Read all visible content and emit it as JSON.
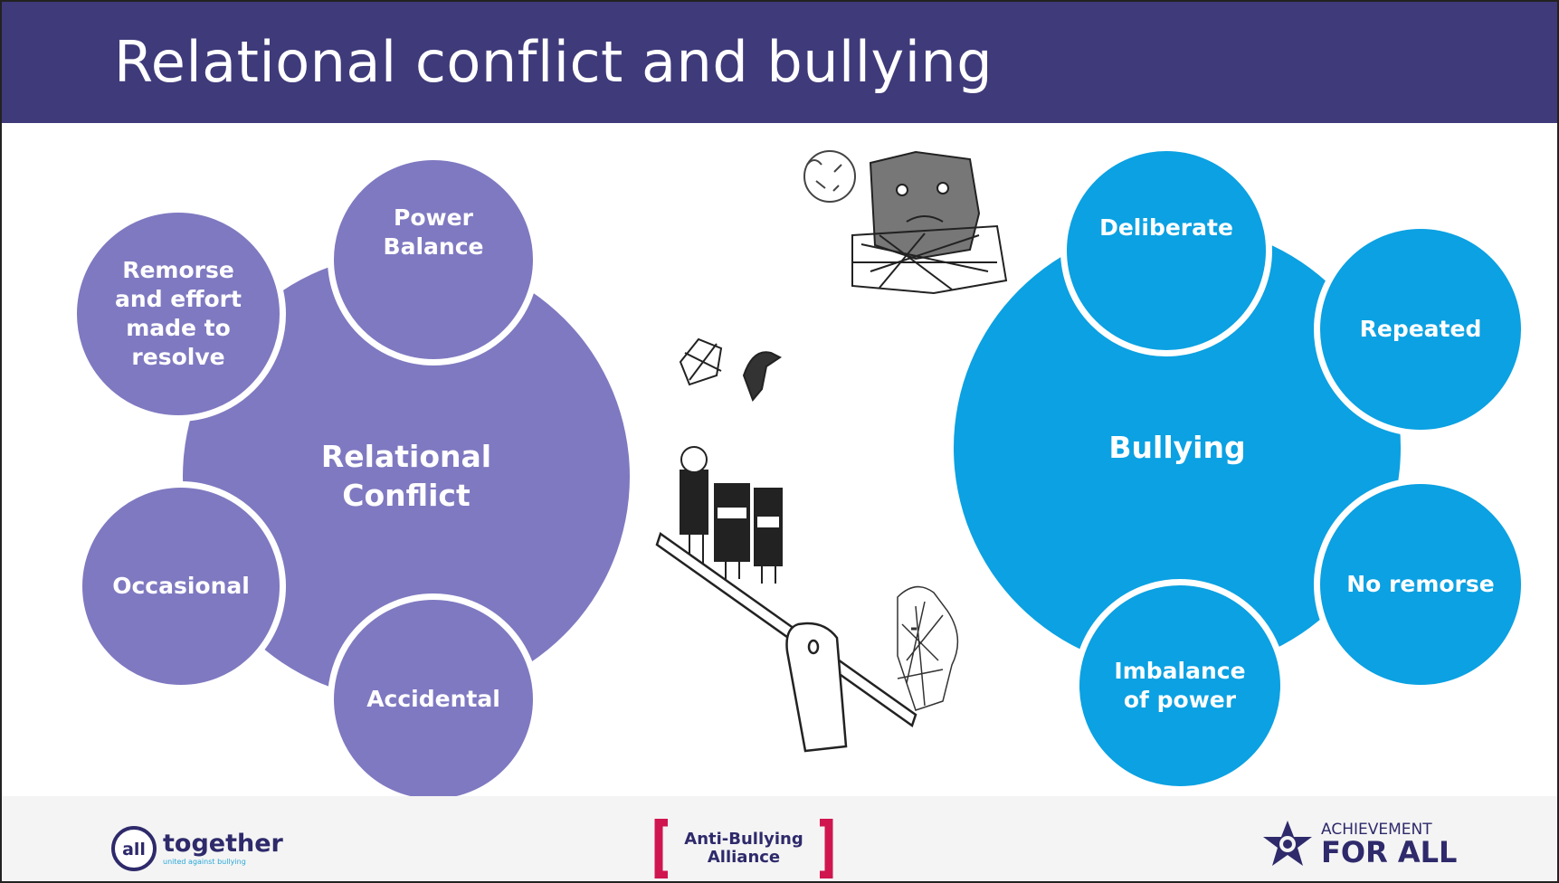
{
  "slide": {
    "title": "Relational conflict and bullying"
  },
  "relational_conflict": {
    "center_label": "Relational\nConflict",
    "satellites": {
      "power_balance": "Power\nBalance",
      "remorse": "Remorse\nand effort\nmade to\nresolve",
      "occasional": "Occasional",
      "accidental": "Accidental"
    },
    "color": "#7f79c1"
  },
  "bullying": {
    "center_label": "Bullying",
    "satellites": {
      "deliberate": "Deliberate",
      "repeated": "Repeated",
      "no_remorse": "No remorse",
      "imbalance": "Imbalance\nof power"
    },
    "color": "#0ba1e2"
  },
  "header_color": "#3f3a7a",
  "footer": {
    "all_together": {
      "logo_word": "all",
      "name": "together",
      "tagline": "united against bullying"
    },
    "anti_bullying_alliance": {
      "line1": "Anti-Bullying",
      "line2": "Alliance"
    },
    "achievement_for_all": {
      "line1": "ACHIEVEMENT",
      "line2": "FOR ALL"
    }
  }
}
